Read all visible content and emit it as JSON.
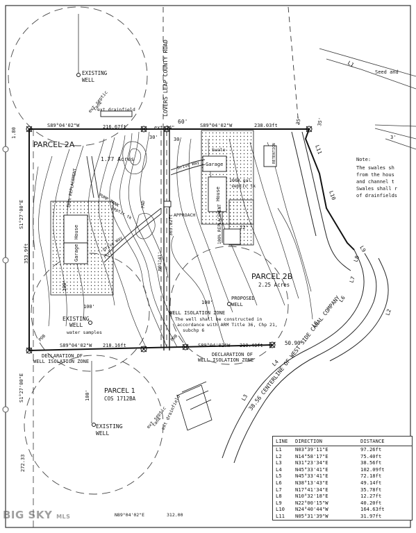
{
  "labels": {
    "existing_well_top": "EXISTING",
    "existing_well_top_2": "WELL",
    "ext_septic_tank_top": "ext septic",
    "ext_septic_tank_top_2": "tank",
    "ext_drainfield_top": "ext drainfield",
    "road": "LOVERS LEAP COUNTY ROAD",
    "road_width": "60'",
    "ext24": "ext 24\"",
    "bearing_top_left": "S89°04'02\"W",
    "dist_top_left": "216.67ft",
    "bearing_top_right": "S89°04'02\"W",
    "dist_top_right": "238.03ft",
    "dim_35a": "35'",
    "dim_35b": "35'",
    "dim_30a": "30'",
    "dim_30b": "30'",
    "left_edge_a": "1.80",
    "parcel_2a": "PARCEL 2A",
    "acres_2a": "1.77 Acres",
    "replacement_left": "100% REPLACEMENT",
    "house_left": "House",
    "garage_left": "Garage",
    "pump_tank": "PUMP TANK",
    "septic_tk_left": "septic tk",
    "pad": "PAD",
    "approach": "APPROACH",
    "drive_left": "Drive Way",
    "swale": "Swale",
    "garage_right": "Garage",
    "drive_right": "Drive Way",
    "house_right": "House",
    "gal_tank": "1000 gal",
    "septic_tk_right": "septic tk",
    "replacement_right": "100% REPLACEMENT",
    "retention": "RETENTION",
    "dim_22": "22'",
    "dim_100_top": "100'",
    "line_n01": "N01°41'",
    "dist_303": "303.82ft",
    "note_title": "Note:",
    "note_1": "The swales sh",
    "note_2": "from the hous",
    "note_3": "and channel t",
    "note_4": "Swales shall r",
    "note_5": "of drainfields",
    "seed": "Seed and",
    "dim_3x": "3'",
    "parcel_2b": "PARCEL 2B",
    "acres_2b": "2.25 Acres",
    "proposed_well": "PROPOSED",
    "proposed_well_2": "WELL",
    "well_zone": "WELL ISOLATION ZONE",
    "well_note_1": "The well shall be constructed in",
    "well_note_2": "accordance with ARM Title 36, Chp 21,",
    "well_note_3": "subchp 6",
    "dim_100_mid": "100'",
    "existing_well_mid": "EXISTING",
    "existing_well_mid_2": "WELL",
    "water_samples": "water samples",
    "dim_100_left": "100'",
    "ie_left": "S1°27'00\"E",
    "dist_353": "353.9ft",
    "bearing_bot_left": "S89°04'02\"W",
    "dist_bot_left": "218.16ft",
    "bearing_bot_right": "S89°04'02\"W",
    "dist_bot_right": "219.40ft",
    "dist_5090": "50.90'",
    "pob_left": "POB",
    "pob_right": "POB",
    "decl_left_1": "DECLARATION OF",
    "decl_left_2": "WELL ISOLATION ZONE",
    "decl_right_1": "DECLARATION OF",
    "decl_right_2": "WELL ISOLATION ZONE",
    "canal": "38.56 CENTERLINE OF WEST SIDE CANAL COMPANY",
    "parcel_1": "PARCEL 1",
    "cos": "COS 1712BA",
    "dim_100_bottom": "100'",
    "existing_well_bot": "EXISTING",
    "existing_well_bot_2": "WELL",
    "ext_septic_bot": "ext septic",
    "ext_septic_bot_2": "tank",
    "ext_drain_bot": "ext drainfield",
    "ie_bottom": "S1°27'00\"E",
    "dist_272": "272.33",
    "bottom_bearing": "N89°04'02\"E",
    "bottom_dist": "312.00"
  },
  "line_labels": [
    "L1",
    "L2",
    "L3",
    "L4",
    "L5",
    "L6",
    "L7",
    "L8",
    "L9",
    "L10",
    "L11"
  ],
  "line_table": {
    "headers": [
      "LINE",
      "DIRECTION",
      "DISTANCE"
    ],
    "rows": [
      {
        "line": "L1",
        "direction": "N03°39'11\"E",
        "distance": "97.26ft"
      },
      {
        "line": "L2",
        "direction": "N14°58'17\"E",
        "distance": "75.40ft"
      },
      {
        "line": "L3",
        "direction": "N31°23'34\"E",
        "distance": "38.56ft"
      },
      {
        "line": "L4",
        "direction": "N45°33'41\"E",
        "distance": "102.09ft"
      },
      {
        "line": "L5",
        "direction": "N45°33'41\"E",
        "distance": "72.18ft"
      },
      {
        "line": "L6",
        "direction": "N38°13'43\"E",
        "distance": "49.14ft"
      },
      {
        "line": "L7",
        "direction": "N17°41'34\"E",
        "distance": "35.78ft"
      },
      {
        "line": "L8",
        "direction": "N10°32'18\"E",
        "distance": "12.27ft"
      },
      {
        "line": "L9",
        "direction": "N22°00'15\"W",
        "distance": "40.20ft"
      },
      {
        "line": "L10",
        "direction": "N24°40'44\"W",
        "distance": "164.63ft"
      },
      {
        "line": "L11",
        "direction": "N05°31'39\"W",
        "distance": "31.97ft"
      }
    ]
  },
  "watermark": {
    "text": "BIG SKY",
    "suffix": "MLS"
  }
}
